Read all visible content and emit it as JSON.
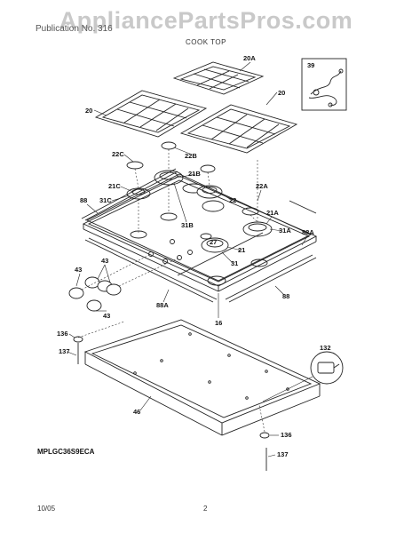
{
  "watermark": "AppliancePartsPros.com",
  "header": {
    "left": "Publication No. 316"
  },
  "title": "COOK TOP",
  "model": "MPLGC36S9ECA",
  "footer": {
    "date": "10/05",
    "page": "2"
  },
  "callouts": {
    "c20a": "20A",
    "c39": "39",
    "c20_left": "20",
    "c20_right": "20",
    "c22c": "22C",
    "c22b": "22B",
    "c21c": "21C",
    "c21b": "21B",
    "c22a": "22A",
    "c88_top": "88",
    "c31c": "31C",
    "c22": "22",
    "c21a": "21A",
    "c31b": "31B",
    "c27": "27",
    "c31a": "31A",
    "c88a_right": "88A",
    "c21": "21",
    "c43_top": "43",
    "c43_left": "43",
    "c31": "31",
    "c88_bottom": "88",
    "c88a_bottom": "88A",
    "c43_bottom": "43",
    "c16": "16",
    "c136_left": "136",
    "c137_left": "137",
    "c132": "132",
    "c46": "46",
    "c136_right": "136",
    "c137_right": "137"
  }
}
